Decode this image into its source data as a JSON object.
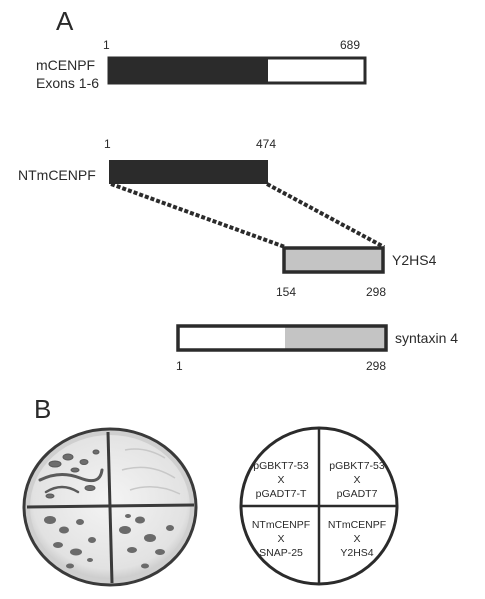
{
  "panel_a": {
    "letter": "A",
    "mcenpf": {
      "label_line1": "mCENPF",
      "label_line2": "Exons 1-6",
      "start": "1",
      "end": "689"
    },
    "ntmcenpf": {
      "label": "NTmCENPF",
      "start": "1",
      "end": "474"
    },
    "y2hs4": {
      "label": "Y2HS4",
      "start": "154",
      "end": "298"
    },
    "syntaxin4": {
      "label": "syntaxin 4",
      "start": "1",
      "end": "298"
    }
  },
  "panel_b": {
    "letter": "B",
    "quadrants": {
      "top_left": [
        "pGBKT7-53",
        "X",
        "pGADT7-T"
      ],
      "top_right": [
        "pGBKT7-53",
        "X",
        "pGADT7"
      ],
      "bottom_left": [
        "NTmCENPF",
        "X",
        "SNAP-25"
      ],
      "bottom_right": [
        "NTmCENPF",
        "X",
        "Y2HS4"
      ]
    }
  },
  "colors": {
    "dark_fill": "#2b2b2b",
    "grey_fill": "#c4c4c4",
    "white_fill": "#ffffff",
    "outline": "#2b2b2b"
  }
}
